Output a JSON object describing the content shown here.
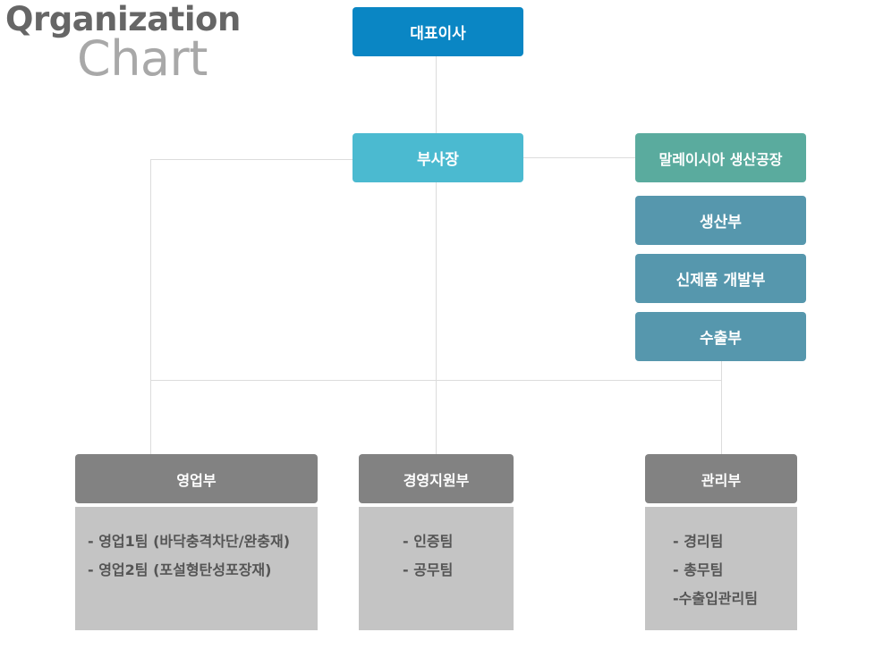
{
  "title": {
    "line1": "Qrganization",
    "line2": "Chart"
  },
  "ceo": "대표이사",
  "vice_president": "부사장",
  "malaysia_plant": {
    "label": "말레이시아 생산공장",
    "departments": [
      "생산부",
      "신제품 개발부",
      "수출부"
    ]
  },
  "departments": [
    {
      "label": "영업부",
      "teams": [
        "- 영업1팀 (바닥충격차단/완충재)",
        "- 영업2팀 (포설형탄성포장재)"
      ]
    },
    {
      "label": "경영지원부",
      "teams": [
        "- 인증팀",
        "- 공무팀"
      ]
    },
    {
      "label": "관리부",
      "teams": [
        "- 경리팀",
        "- 총무팀",
        "-수출입관리팀"
      ]
    }
  ],
  "colors": {
    "ceo": "#0a86c4",
    "vice_president": "#4bbad0",
    "malaysia_plant": "#5aab9e",
    "plant_departments": "#5697ad",
    "department_header": "#828282",
    "team_panel": "#c4c4c4"
  }
}
